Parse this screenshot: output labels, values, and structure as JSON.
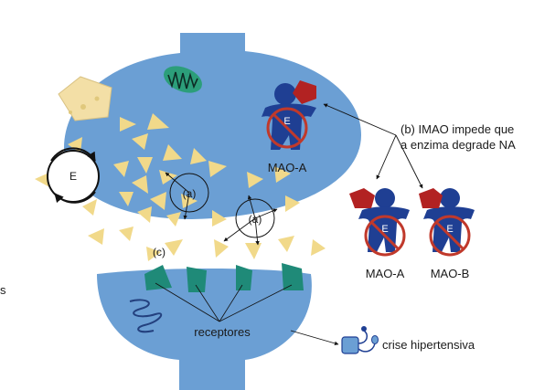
{
  "labels": {
    "transporter_label": "E",
    "inhibitor_mark_1": "(a)",
    "inhibitor_mark_2": "(a)",
    "panel_c": "(c)",
    "enzyme_letter": "E",
    "mao_a_inside": "MAO-A",
    "mao_a_outside": "MAO-A",
    "mao_b_outside": "MAO-B",
    "note_line_1": "(b) IMAO impede que",
    "note_line_2": "a enzima degrade NA",
    "receptors": "receptores",
    "hypertensive_crisis": "crise hipertensiva",
    "edge_fragment": "s"
  },
  "colors": {
    "neuron": "#6b9fd4",
    "neurotransmitter": "#f1d98a",
    "receptor": "#1f8a78",
    "enzyme_body": "#1f3f93",
    "inhibitor": "#b22222",
    "prohibition": "#c0392b",
    "mitochondrion": "#2c9e7a",
    "cheese": "#f3dfa6"
  }
}
